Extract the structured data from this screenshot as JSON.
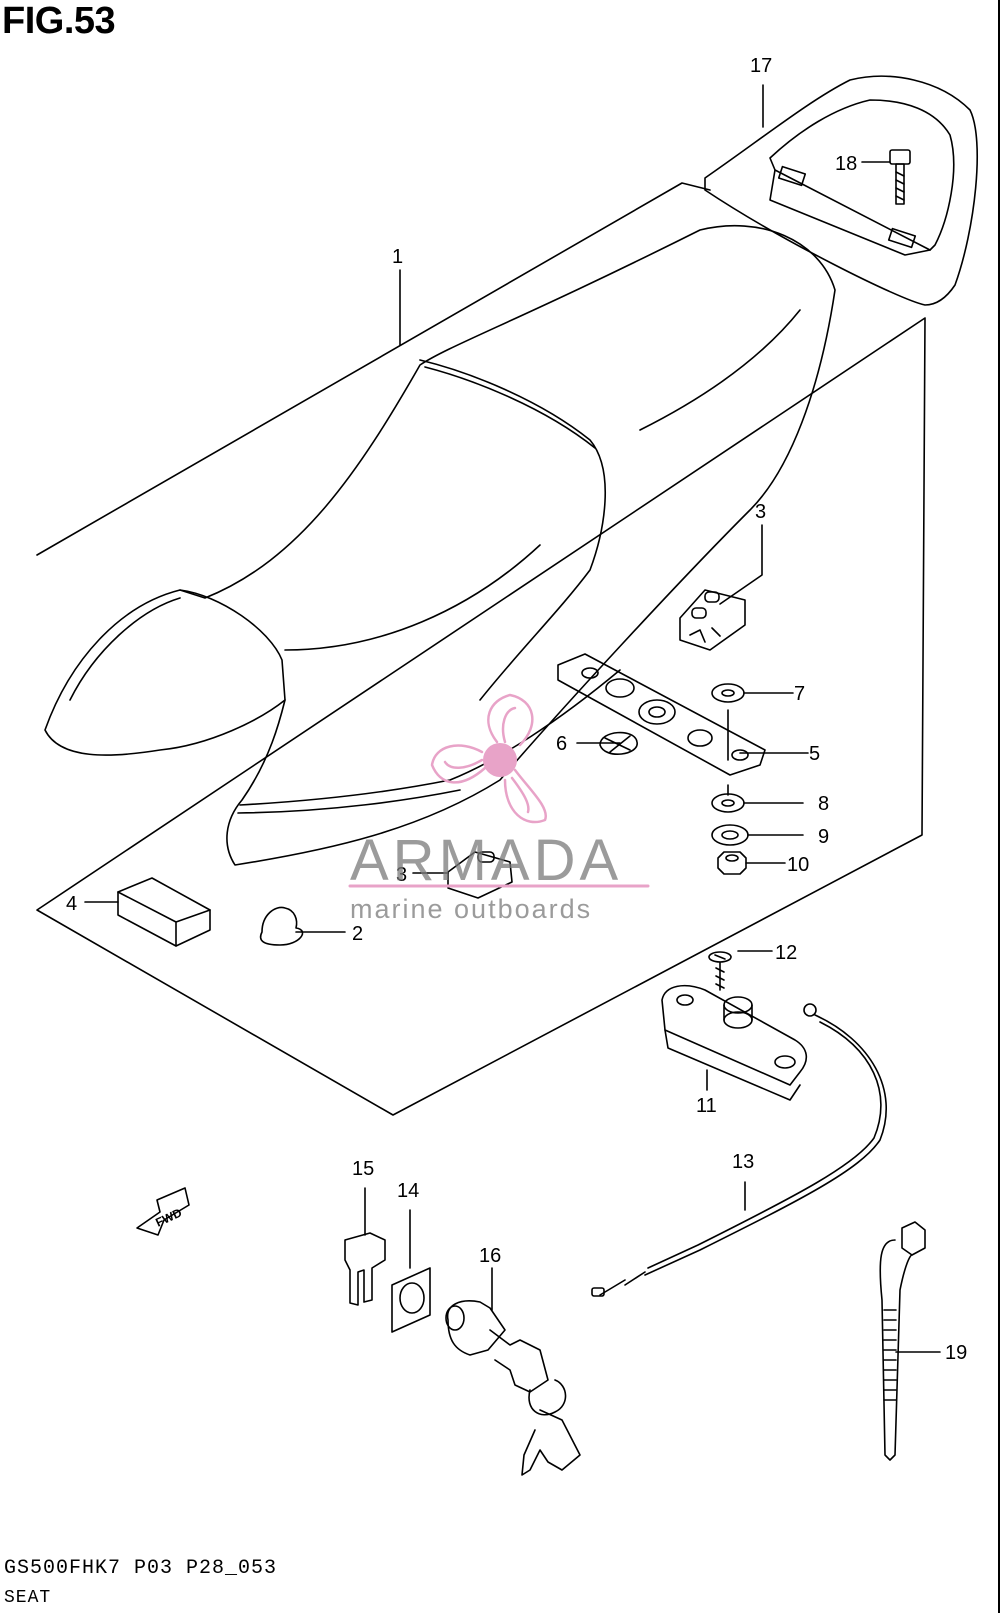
{
  "figure": {
    "title": "FIG.53"
  },
  "callouts": {
    "c1": "1",
    "c2": "2",
    "c3a": "3",
    "c3b": "3",
    "c4": "4",
    "c5": "5",
    "c6": "6",
    "c7": "7",
    "c8": "8",
    "c9": "9",
    "c10": "10",
    "c11": "11",
    "c12": "12",
    "c13": "13",
    "c14": "14",
    "c15": "15",
    "c16": "16",
    "c17": "17",
    "c18": "18",
    "c19": "19"
  },
  "fwd_label": "FWD",
  "watermark": {
    "brand": "ARMADA",
    "tagline": "marine outboards",
    "color": "#e8a3c8"
  },
  "footer": {
    "code": "GS500FHK7 P03 P28_053",
    "title": "SEAT"
  }
}
